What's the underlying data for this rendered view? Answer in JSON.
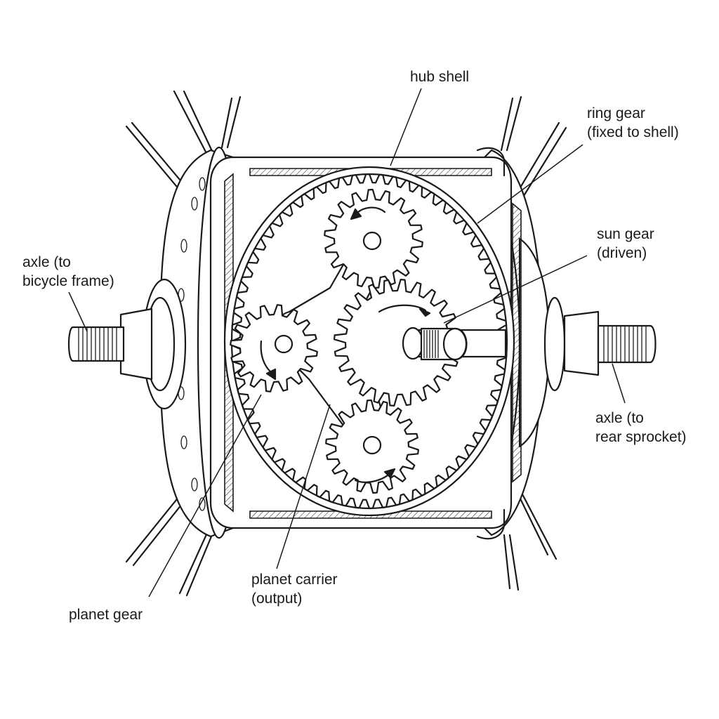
{
  "labels": {
    "hub_shell": "hub shell",
    "ring_gear": [
      "ring gear",
      "(fixed to shell)"
    ],
    "sun_gear": [
      "sun gear",
      "(driven)"
    ],
    "axle_left": [
      "axle (to",
      "bicycle frame)"
    ],
    "axle_right": [
      "axle (to",
      "rear sprocket)"
    ],
    "planet_carrier": [
      "planet carrier",
      "(output)"
    ],
    "planet_gear": "planet gear"
  },
  "colors": {
    "ink": "#1a1a1a",
    "background": "#ffffff"
  }
}
